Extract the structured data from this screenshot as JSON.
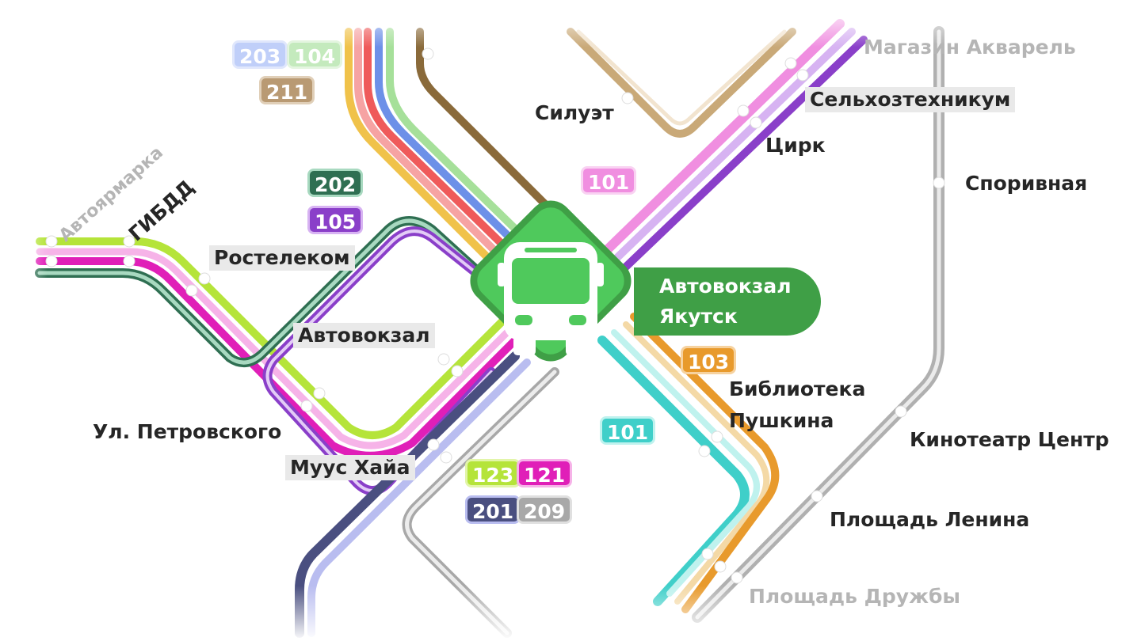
{
  "map": {
    "stations": [
      {
        "id": "avtoyarmarka",
        "label": "Автоярмарка",
        "style": "faint"
      },
      {
        "id": "gibdd",
        "label": "ГИБДД",
        "style": "plain"
      },
      {
        "id": "rostelecom",
        "label": "Ростелеком",
        "style": "bg"
      },
      {
        "id": "avtovokzal",
        "label": "Автовокзал",
        "style": "bg"
      },
      {
        "id": "petrovskogo",
        "label": "Ул. Петровского",
        "style": "plain"
      },
      {
        "id": "muus-khaya",
        "label": "Муус Хайа",
        "style": "bg"
      },
      {
        "id": "siluet",
        "label": "Силуэт",
        "style": "plain"
      },
      {
        "id": "cirk",
        "label": "Цирк",
        "style": "plain"
      },
      {
        "id": "selkhoztekhnikum",
        "label": "Сельхозтехникум",
        "style": "bg"
      },
      {
        "id": "magazin",
        "label": "Магазин Акварель",
        "style": "faint"
      },
      {
        "id": "sporivnaya",
        "label": "Споривная",
        "style": "plain"
      },
      {
        "id": "biblioteka",
        "label": "Библиотека Пушкина",
        "style": "plain"
      },
      {
        "id": "kinoteatr",
        "label": "Кинотеатр Центр",
        "style": "plain"
      },
      {
        "id": "ploshad-lenina",
        "label": "Площадь Ленина",
        "style": "plain"
      },
      {
        "id": "ploshad-druzhby",
        "label": "Площадь Дружбы",
        "style": "faint"
      }
    ],
    "hub": {
      "line1": "Автовокзал",
      "line2": "Якутск",
      "icon": "bus-icon",
      "color": "#4fc95c",
      "dark": "#3f9f46"
    },
    "routes": [
      {
        "id": "203",
        "label": "203",
        "color": "#8ea8f5"
      },
      {
        "id": "104",
        "label": "104",
        "color": "#a6e09a"
      },
      {
        "id": "211",
        "label": "211",
        "color": "#b99a73"
      },
      {
        "id": "202",
        "label": "202",
        "color": "#2f6f52"
      },
      {
        "id": "105",
        "label": "105",
        "color": "#8a3fc9"
      },
      {
        "id": "101a",
        "label": "101",
        "color": "#f08ee0"
      },
      {
        "id": "103",
        "label": "103",
        "color": "#e89a2c"
      },
      {
        "id": "101b",
        "label": "101",
        "color": "#3fcfc9"
      },
      {
        "id": "123",
        "label": "123",
        "color": "#b5e43a"
      },
      {
        "id": "121",
        "label": "121",
        "color": "#e01fb8"
      },
      {
        "id": "201",
        "label": "201",
        "color": "#4a4f80"
      },
      {
        "id": "209",
        "label": "209",
        "color": "#a8a8a8"
      }
    ]
  }
}
